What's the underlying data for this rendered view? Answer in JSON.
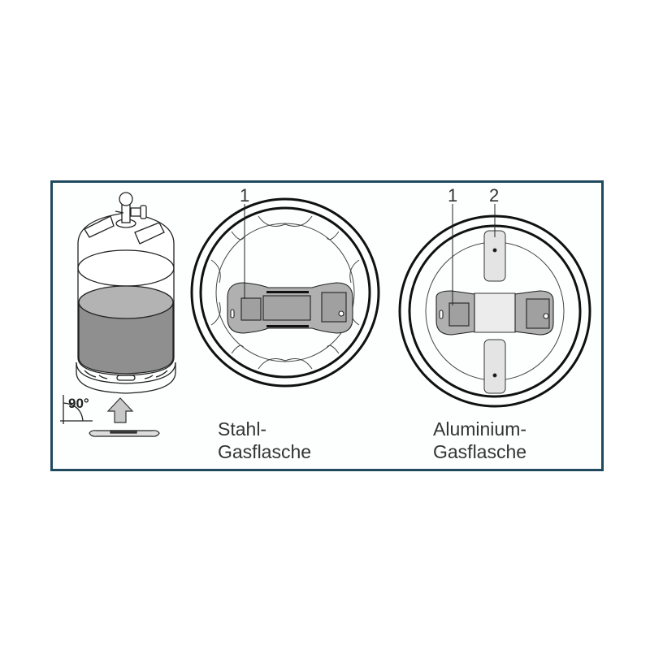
{
  "figure": {
    "angle_label": "90°",
    "panels": [
      {
        "id": "cylinder",
        "description": "gas cylinder with level indicator mounted at bottom"
      },
      {
        "id": "steel",
        "callouts": [
          "1"
        ],
        "caption_line1": "Stahl-",
        "caption_line2": "Gasflasche"
      },
      {
        "id": "aluminium",
        "callouts": [
          "1",
          "2"
        ],
        "caption_line1": "Aluminium-",
        "caption_line2": "Gasflasche"
      }
    ]
  },
  "colors": {
    "frame_border": "#1f4a5e",
    "device_fill": "#a9a9a9",
    "liquid_fill": "#8f8f8f",
    "arrow_fill": "#c8c8c8"
  }
}
